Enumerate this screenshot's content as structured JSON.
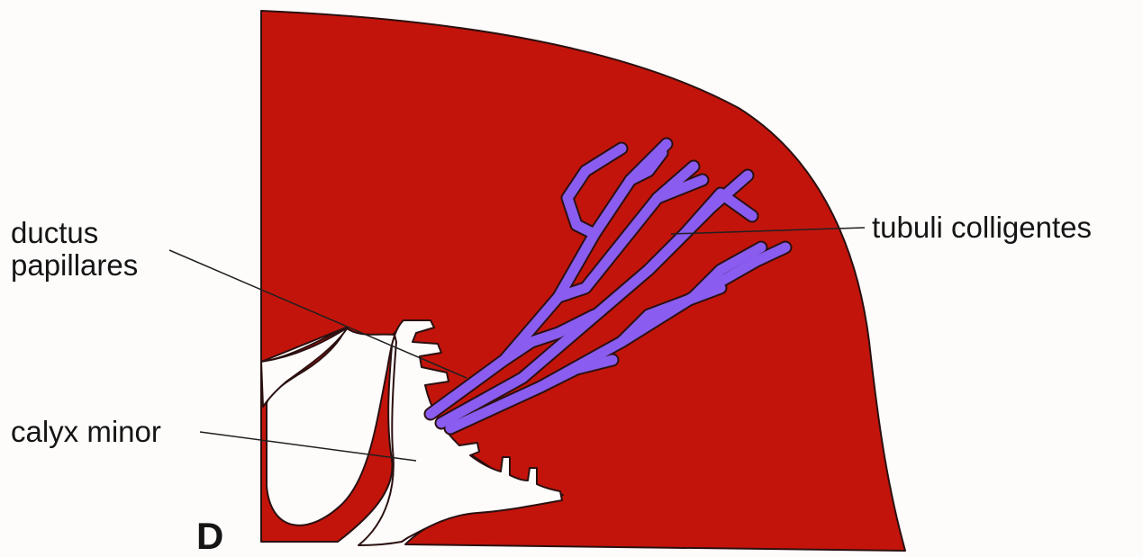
{
  "labels": {
    "ductus_line1": "ductus",
    "ductus_line2": "papillares",
    "calyx": "calyx minor",
    "tubuli": "tubuli colligentes",
    "panel": "D"
  },
  "colors": {
    "tissue": "#c3140b",
    "tubules": "#8a5cf0",
    "outline": "#2b1010",
    "background": "#fdfcfb",
    "leader_line": "#202020"
  }
}
